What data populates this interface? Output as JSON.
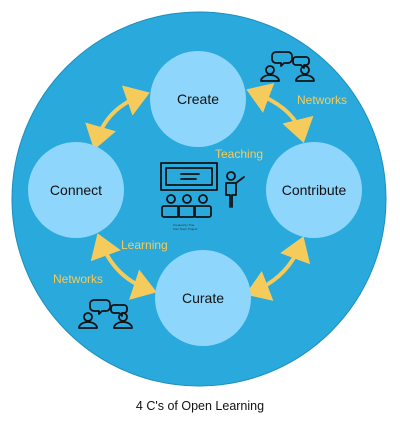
{
  "diagram": {
    "title": "4 C's of Open Learning",
    "colors": {
      "outer_circle": "#29a9dc",
      "outer_circle_stroke": "#1d8fbd",
      "node_fill": "#8ed6fb",
      "arrow": "#f5cb5c",
      "edge_label": "#f5cb5c",
      "icon_stroke": "#111111"
    },
    "nodes": {
      "create": "Create",
      "connect": "Connect",
      "contribute": "Contribute",
      "curate": "Curate"
    },
    "labels": {
      "networks_top": "Networks",
      "networks_bottom": "Networks",
      "teaching": "Teaching",
      "learning": "Learning"
    },
    "icons": [
      "people-chat-icon",
      "teacher-classroom-icon"
    ],
    "credit_lines": [
      "Created by Tina",
      "from Noun Project"
    ]
  }
}
